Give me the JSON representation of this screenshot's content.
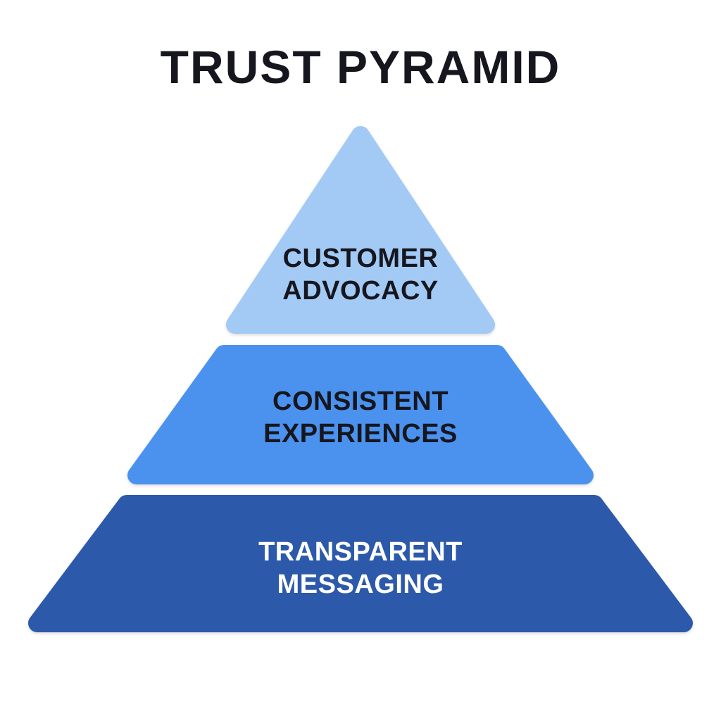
{
  "title": "TRUST PYRAMID",
  "colors": {
    "background": "#ffffff",
    "title_text": "#16161e",
    "tier_top_fill": "#a2caf5",
    "tier_middle_fill": "#4b92ef",
    "tier_bottom_fill": "#2c59aa",
    "dark_label_text": "#16161e",
    "light_label_text": "#ffffff"
  },
  "pyramid": {
    "tiers": [
      {
        "lines": [
          "CUSTOMER",
          "ADVOCACY"
        ],
        "fill": "#a2caf5",
        "text_color": "#16161e"
      },
      {
        "lines": [
          "CONSISTENT",
          "EXPERIENCES"
        ],
        "fill": "#4b92ef",
        "text_color": "#16161e"
      },
      {
        "lines": [
          "TRANSPARENT",
          "MESSAGING"
        ],
        "fill": "#2c59aa",
        "text_color": "#ffffff"
      }
    ]
  }
}
